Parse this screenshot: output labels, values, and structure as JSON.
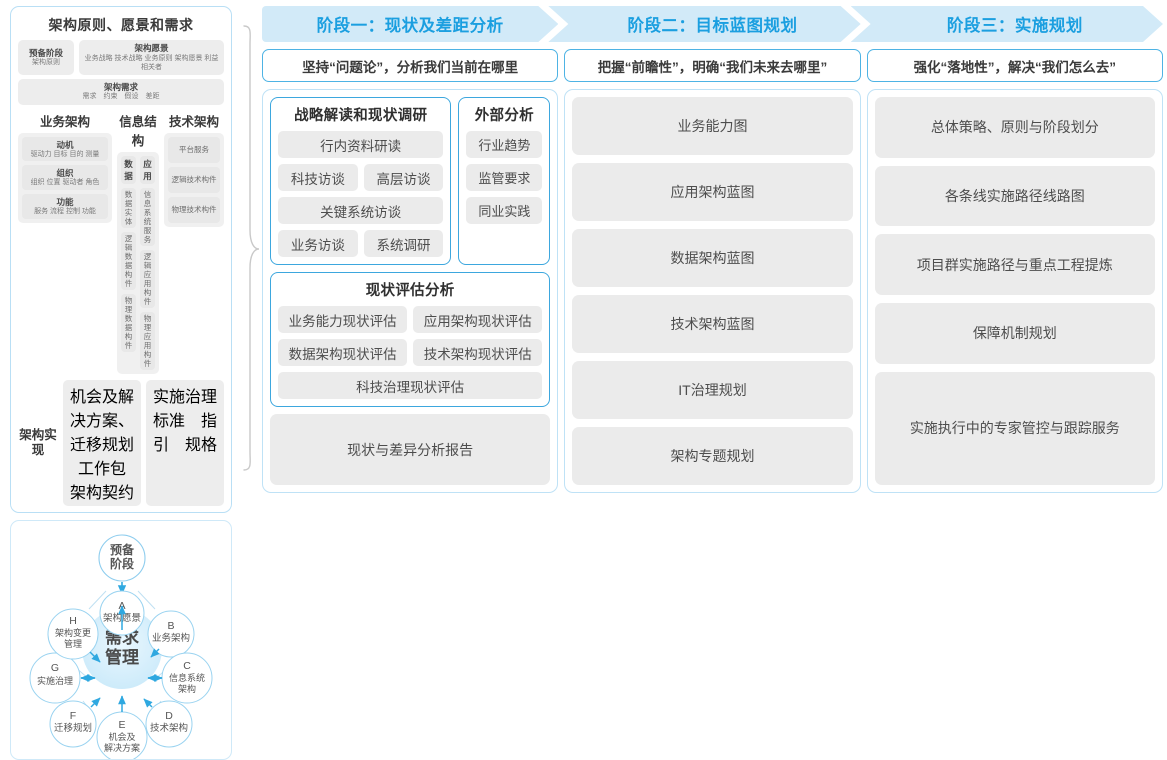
{
  "framework": {
    "title": "架构原则、愿景和需求",
    "prep": {
      "head": "预备阶段",
      "sub": "架构原则"
    },
    "vision": {
      "head": "架构愿景",
      "sub": "业务战略 技术战略 业务原则 架构愿景 利益相关者"
    },
    "requirement": {
      "head": "架构需求",
      "sub": "需求　约束　假设　差距"
    },
    "business": {
      "title": "业务架构",
      "items": [
        {
          "head": "动机",
          "sub": "驱动力 目标 目的 测量"
        },
        {
          "head": "组织",
          "sub": "组织 位置 驱动者 角色"
        },
        {
          "head": "功能",
          "sub": "服务 流程 控制 功能"
        }
      ]
    },
    "information": {
      "title": "信息结构",
      "data_col": [
        "数据",
        "数据实体",
        "逻辑数据构件",
        "物理数据构件"
      ],
      "app_col": [
        "应用",
        "信息系统服务",
        "逻辑应用构件",
        "物理应用构件"
      ]
    },
    "technology": {
      "title": "技术架构",
      "items": [
        "平台服务",
        "逻辑技术构件",
        "物理技术构件"
      ]
    },
    "implementation": {
      "label": "架构实现",
      "opportunity": {
        "head": "机会及解决方案、迁移规划",
        "sub": "工作包　架构契约"
      },
      "governance": {
        "head": "实施治理",
        "sub": "标准　指引　规格"
      }
    }
  },
  "adm": {
    "center": "需求管理",
    "top": "预备阶段",
    "nodes": [
      {
        "key": "A",
        "label": "架构愿景"
      },
      {
        "key": "B",
        "label": "业务架构"
      },
      {
        "key": "C",
        "label": "信息系统架构"
      },
      {
        "key": "D",
        "label": "技术架构"
      },
      {
        "key": "E",
        "label": "机会及解决方案"
      },
      {
        "key": "F",
        "label": "迁移规划"
      },
      {
        "key": "G",
        "label": "实施治理"
      },
      {
        "key": "H",
        "label": "架构变更管理"
      }
    ]
  },
  "colors": {
    "header_bg": "#d2eaf8",
    "header_text": "#1b9fe0",
    "card_border": "#bfe2f6",
    "group_border": "#3da7de",
    "chip_bg": "#ebebeb",
    "chip_text": "#4d4d4d"
  },
  "phases": [
    {
      "title": "阶段一：现状及差距分析",
      "subtitle": "坚持“问题论”，分析我们当前在哪里",
      "groups": [
        {
          "title": "战略解读和现状调研",
          "items": [
            "行内资料研读",
            "科技访谈",
            "高层访谈",
            "关键系统访谈",
            "业务访谈",
            "系统调研"
          ]
        },
        {
          "title": "外部分析",
          "items": [
            "行业趋势",
            "监管要求",
            "同业实践"
          ]
        },
        {
          "title": "现状评估分析",
          "items": [
            "业务能力现状评估",
            "应用架构现状评估",
            "数据架构现状评估",
            "技术架构现状评估",
            "科技治理现状评估"
          ]
        }
      ],
      "report": "现状与差异分析报告"
    },
    {
      "title": "阶段二：目标蓝图规划",
      "subtitle": "把握“前瞻性”，明确“我们未来去哪里”",
      "items": [
        "业务能力图",
        "应用架构蓝图",
        "数据架构蓝图",
        "技术架构蓝图",
        "IT治理规划",
        "架构专题规划"
      ]
    },
    {
      "title": "阶段三：实施规划",
      "subtitle": "强化“落地性”，解决“我们怎么去”",
      "items": [
        "总体策略、原则与阶段划分",
        "各条线实施路径线路图",
        "项目群实施路径与重点工程提炼",
        "保障机制规划",
        "实施执行中的专家管控与跟踪服务"
      ]
    }
  ]
}
